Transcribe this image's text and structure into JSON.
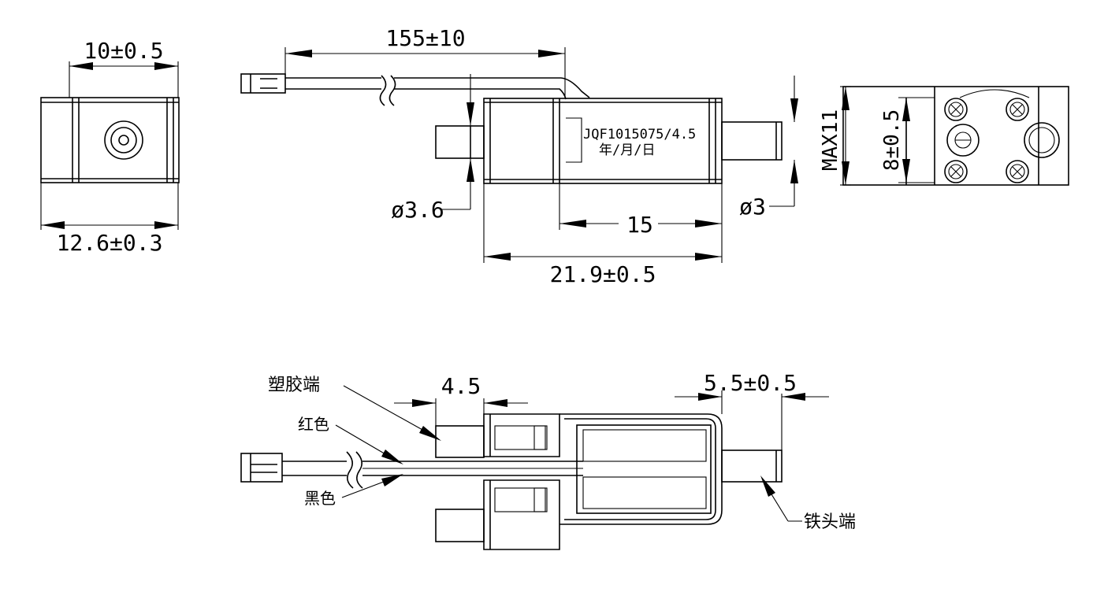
{
  "dimensions": {
    "front_width": "10±0.5",
    "front_height": "12.6±0.3",
    "cable_length": "155±10",
    "plunger_diameter_left": "ø3.6",
    "plunger_diameter_right": "ø3",
    "body_length": "15",
    "total_length": "21.9±0.5",
    "max_height": "MAX11",
    "side_width": "8±0.5",
    "stroke_plastic": "4.5",
    "stroke_iron": "5.5±0.5"
  },
  "marking": {
    "model": "JQF1015075/4.5",
    "date": "年/月/日"
  },
  "labels": {
    "plastic_end": "塑胶端",
    "red_wire": "红色",
    "black_wire": "黑色",
    "iron_end": "铁头端"
  }
}
